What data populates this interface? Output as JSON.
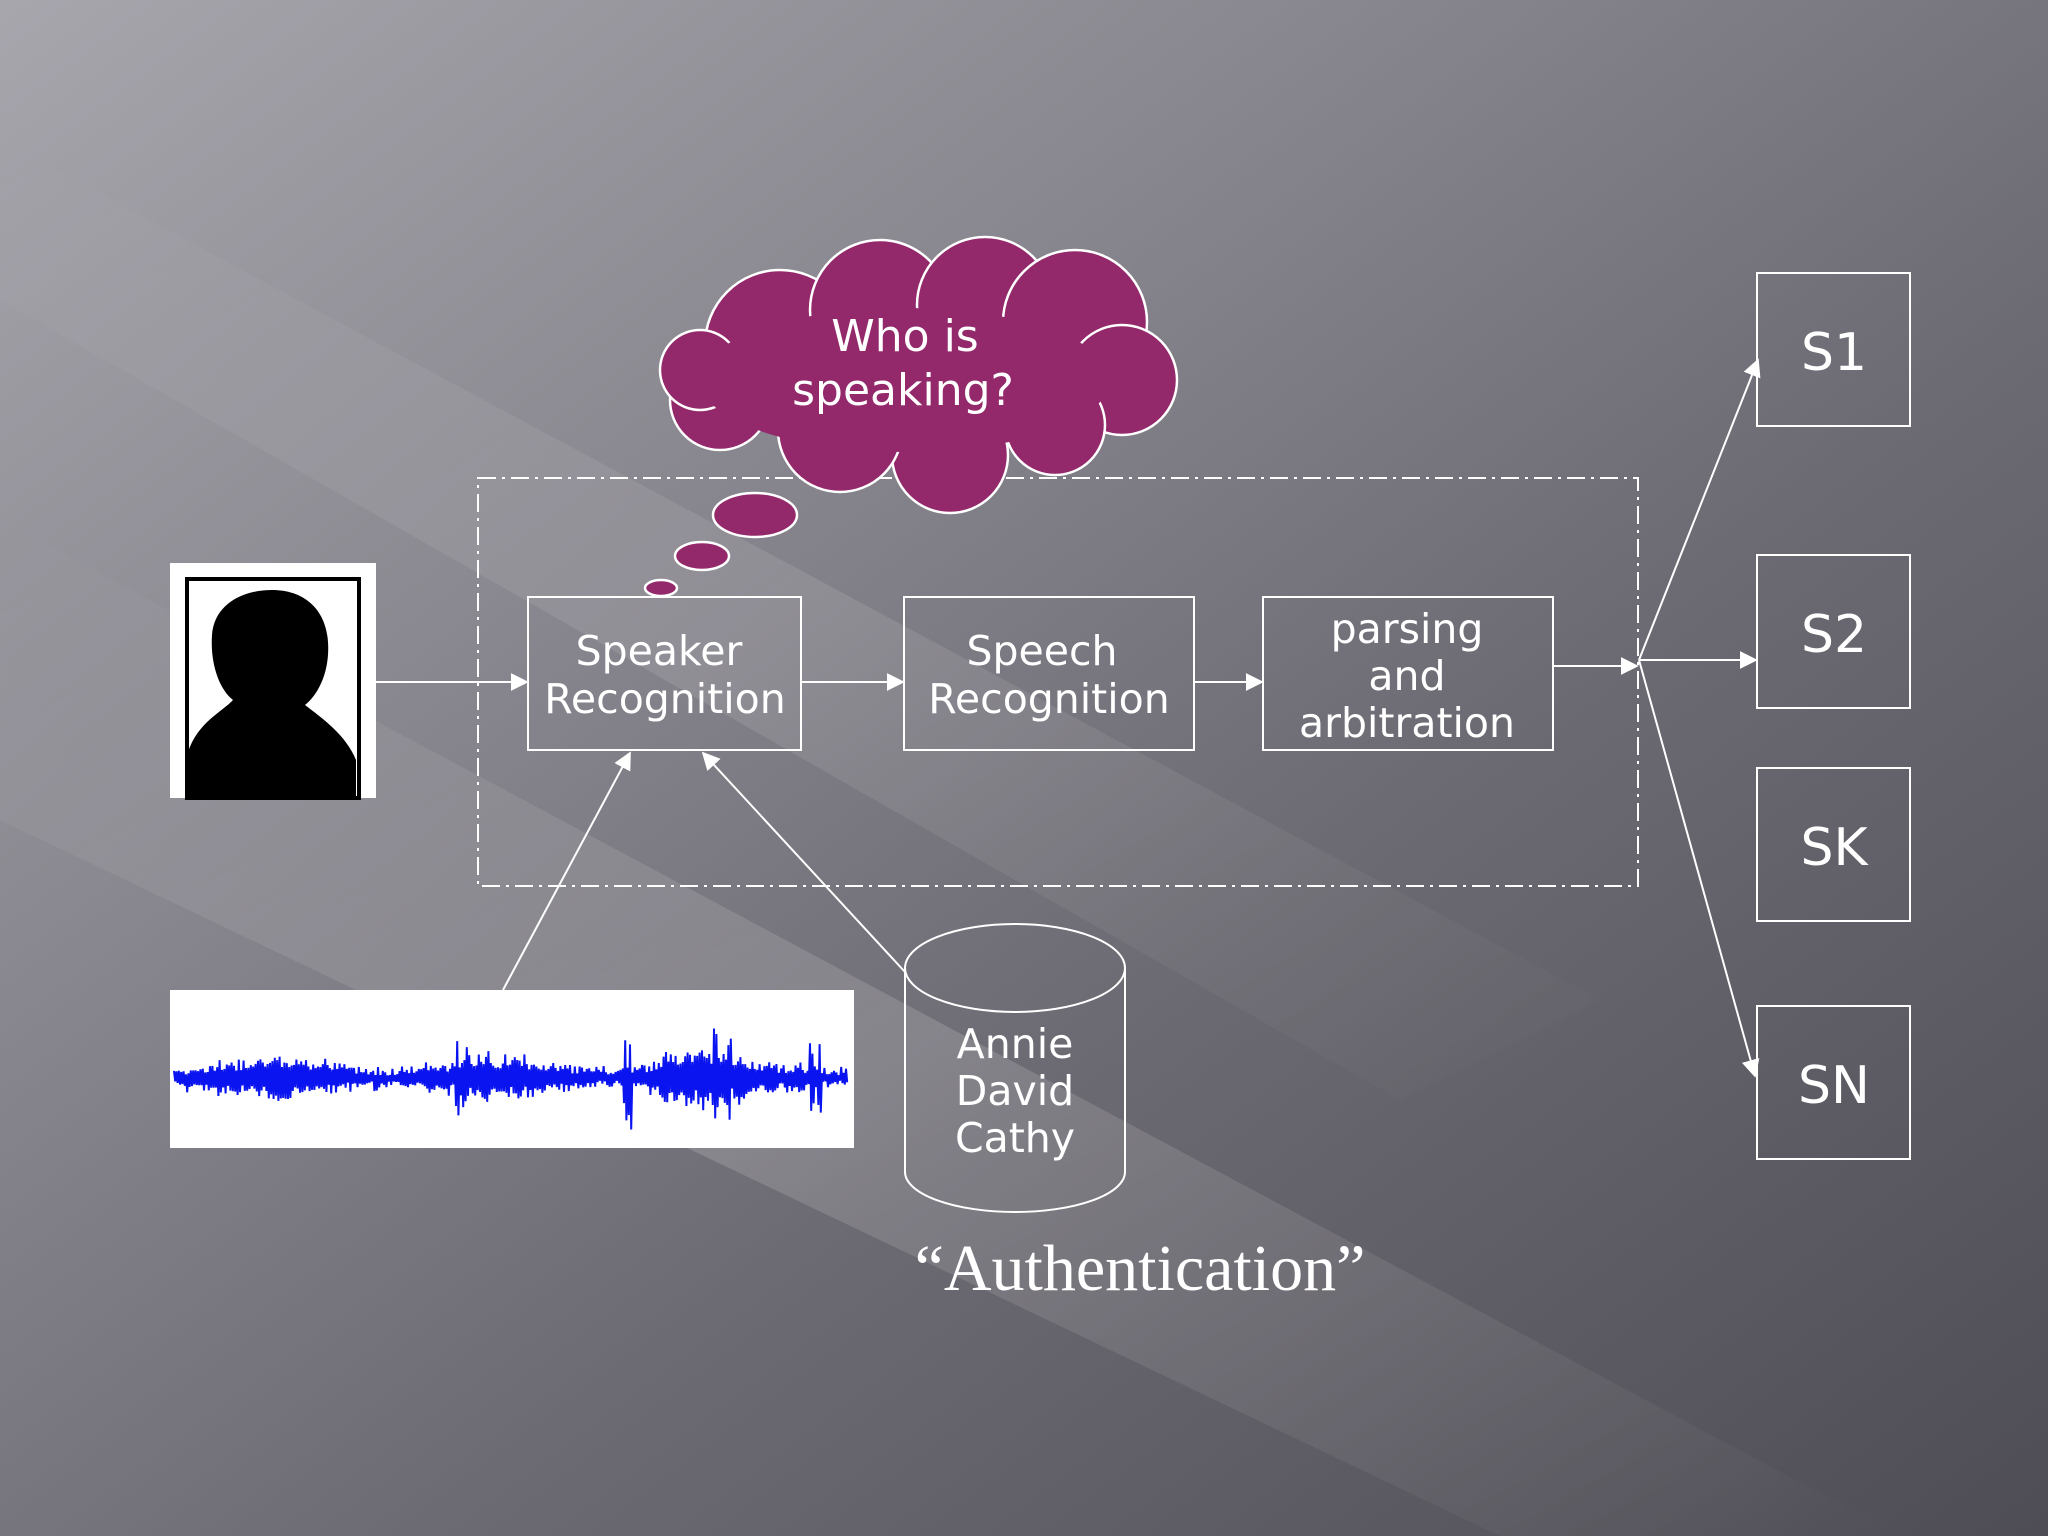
{
  "cloud": {
    "line1": "Who is",
    "line2": "speaking?"
  },
  "pipeline": {
    "speaker": {
      "line1": "Speaker",
      "line2": "Recognition"
    },
    "speech": {
      "line1": "Speech",
      "line2": "Recognition"
    },
    "parsing": {
      "line1": "parsing",
      "line2": "and",
      "line3": "arbitration"
    }
  },
  "database": {
    "names": [
      "Annie",
      "David",
      "Cathy"
    ]
  },
  "outputs": [
    "S1",
    "S2",
    "SK",
    "SN"
  ],
  "caption": "“Authentication”",
  "colors": {
    "cloud": "#93286a",
    "waveform": "#0a14f0",
    "lines": "#ffffff"
  },
  "icons": {
    "person": "person-silhouette-icon",
    "waveform": "audio-waveform-icon"
  }
}
